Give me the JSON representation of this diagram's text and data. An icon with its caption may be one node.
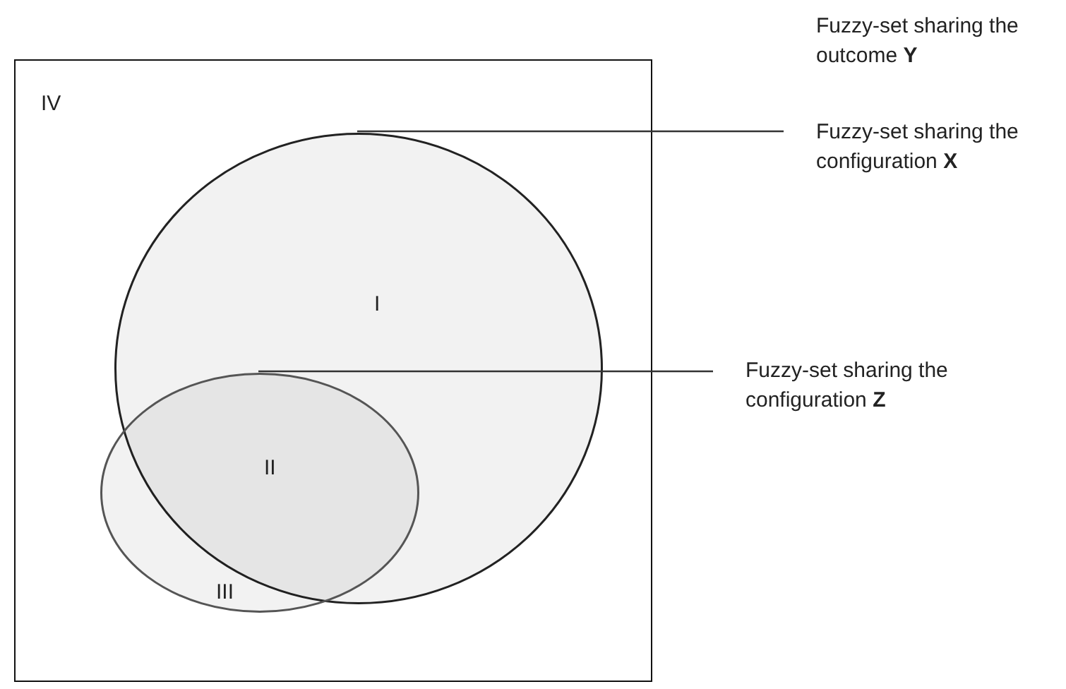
{
  "diagram": {
    "nodes": [
      {
        "text": [
          "IV"
        ]
      },
      {
        "text": [
          "I"
        ],
        "in": 0
      },
      {
        "text": [
          "III"
        ],
        "in": 0
      },
      {
        "text": [
          "Fuzzy-set sharing the configuration **X**"
        ]
      },
      {
        "text": [
          "Fuzzy-set sharing the configuration **Z**"
        ]
      }
    ],
    "edges": [
      {
        "from": 3,
        "to": 1,
        "arrow": "none"
      },
      {
        "from": 4,
        "to": 2,
        "arrow": "none"
      }
    ],
    "labels": [
      "Fuzzy-set sharing the outcome **Y**",
      "II"
    ]
  }
}
